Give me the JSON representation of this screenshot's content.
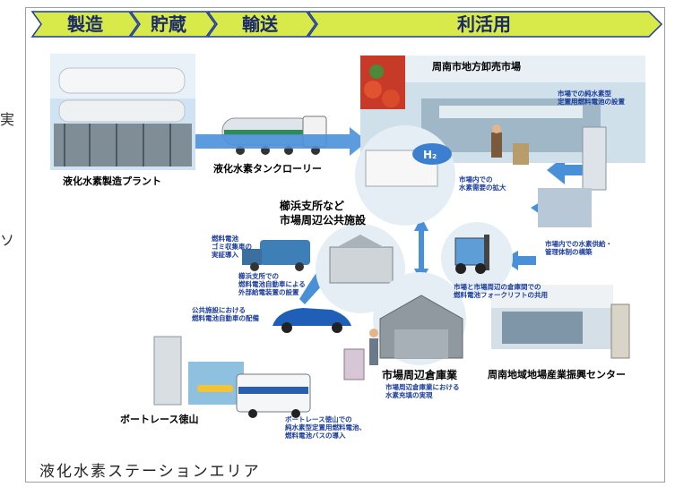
{
  "stages": [
    {
      "label": "製造"
    },
    {
      "label": "貯蔵"
    },
    {
      "label": "輸送"
    },
    {
      "label": "利活用"
    }
  ],
  "places": {
    "plant": "液化水素製造プラント",
    "tanker": "液化水素タンクローリー",
    "market": "周南市地方卸売市場",
    "public": "櫛浜支所など\n市場周辺公共施設",
    "warehouse": "市場周辺倉庫業",
    "center": "周南地域地場産業振興センター",
    "boatrace": "ボートレース徳山"
  },
  "notes": {
    "market_fc": "市場での純水素型\n定置用燃料電池の設置",
    "market_demand": "市場内での\n水素需要の拡大",
    "market_supply": "市場内での水素供給・\n管理体制の構築",
    "garbage": "燃料電池\nゴミ収集車の\n実証導入",
    "fcv_power": "櫛浜支所での\n燃料電池自動車による\n外部給電装置の設置",
    "fcv_public": "公共施設における\n燃料電池自動車の配備",
    "forklift": "市場と市場周辺の倉庫間での\n燃料電池フォークリフトの共用",
    "warehouse_charge": "市場周辺倉庫業における\n水素充填の実現",
    "boat_fc": "ボートレース徳山での\n純水素型定置用燃料電池、\n燃料電池バスの導入"
  },
  "side_chars": [
    "実",
    "ソ"
  ],
  "footer": "液化水素ステーションエリア",
  "colors": {
    "chevron_fill": "#d8e94a",
    "chevron_stroke": "#1f3a93",
    "arrow_blue": "#4a90d9",
    "note_blue": "#1c3d9c"
  }
}
